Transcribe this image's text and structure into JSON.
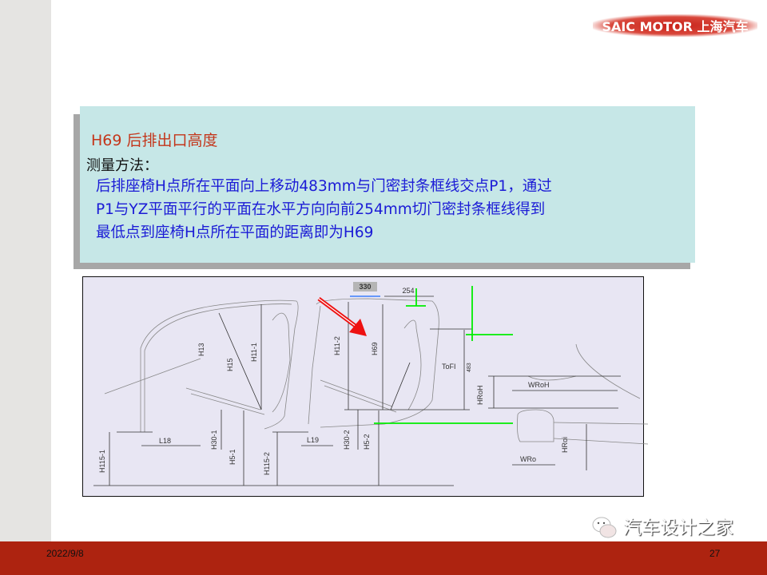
{
  "logo": {
    "text": "SAIC MOTOR 上海汽车"
  },
  "content": {
    "title": "H69 后排出口高度",
    "method_label": "测量方法：",
    "description_lines": [
      "后排座椅H点所在平面向上移动483mm与门密封条框线交点P1，通过",
      "P1与YZ平面平行的平面在水平方向向前254mm切门密封条框线得到",
      "最低点到座椅H点所在平面的距离即为H69"
    ]
  },
  "diagram": {
    "labels": {
      "d330": "330",
      "d254": "254",
      "h13": "H13",
      "h15": "H15",
      "h11_1": "H11-1",
      "h11_2": "H11-2",
      "h69": "H69",
      "tofl": "ToFI",
      "d483": "483",
      "hroh": "HRoH",
      "wroh": "WRoH",
      "hroi": "HRoi",
      "wro": "WRo",
      "l18": "L18",
      "h30_1": "H30-1",
      "h5_1": "H5-1",
      "h115_1": "H115-1",
      "h115_2": "H115-2",
      "l19": "L19",
      "h30_2": "H30-2",
      "h5_2": "H5-2"
    },
    "colors": {
      "highlight": "#00ee00",
      "arrow": "#ee1111",
      "dimension_blue": "#1a6aff"
    }
  },
  "footer": {
    "date": "2022/9/8",
    "page": "27",
    "watermark": "汽车设计之家"
  },
  "colors": {
    "footer": "#ad2310",
    "textbox": "#c6e7e7",
    "title": "#c4361b",
    "description": "#1b1bd6"
  }
}
